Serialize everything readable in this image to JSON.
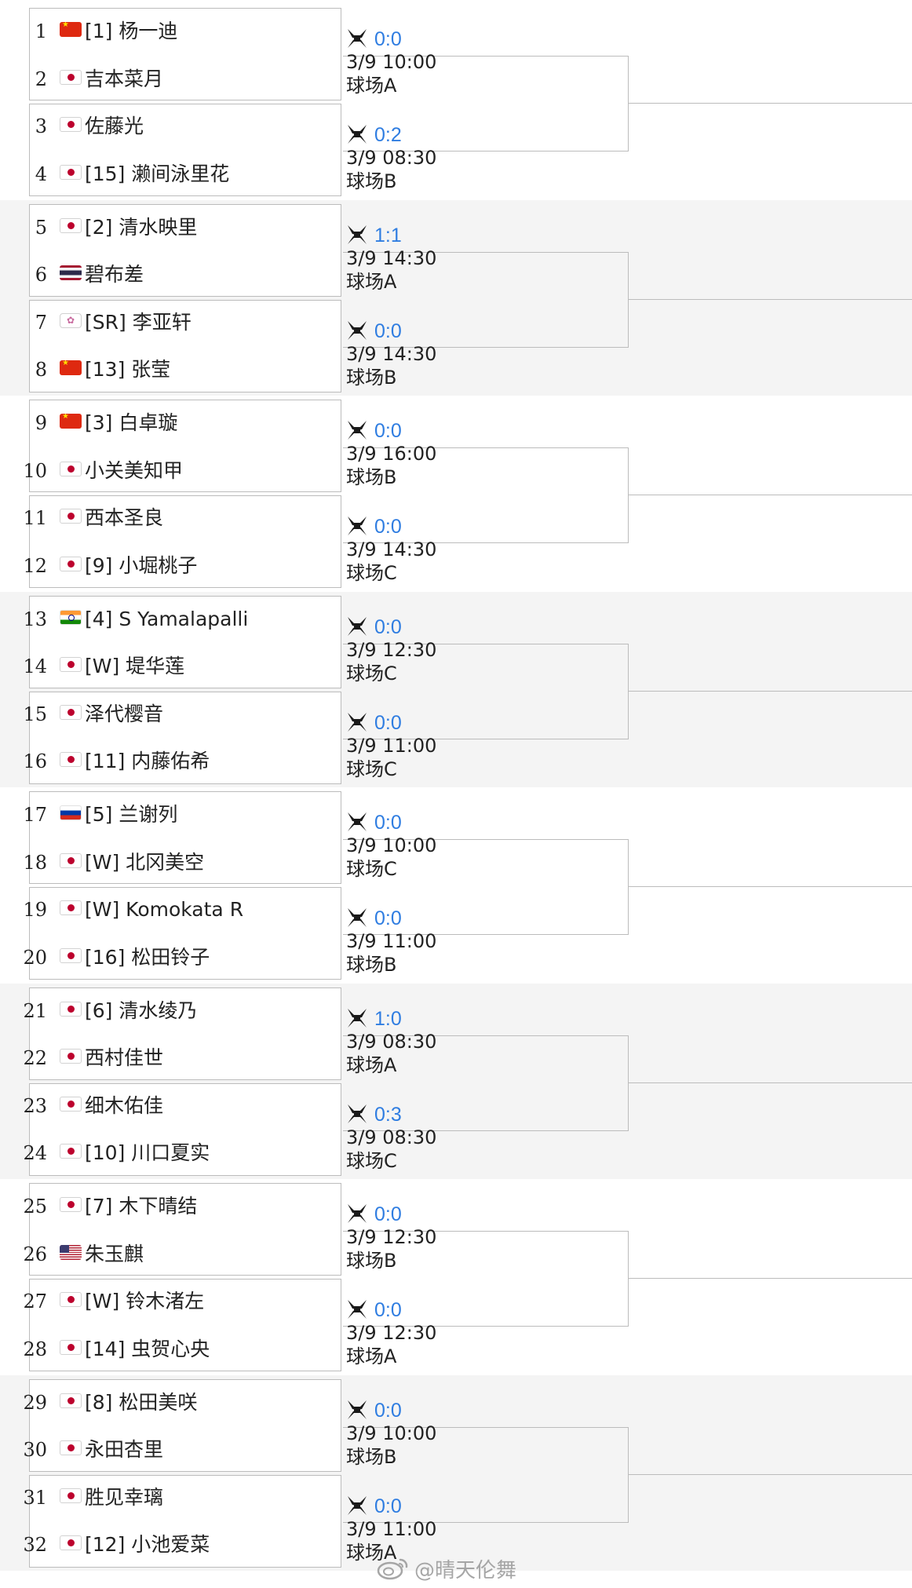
{
  "colors": {
    "score": "#2f7de1",
    "border": "#bcbcbc",
    "alt_band": "#f4f4f4"
  },
  "players": [
    {
      "no": "1",
      "flag": "cn",
      "name": "[1] 杨一迪"
    },
    {
      "no": "2",
      "flag": "jp",
      "name": "吉本菜月"
    },
    {
      "no": "3",
      "flag": "jp",
      "name": "佐藤光"
    },
    {
      "no": "4",
      "flag": "jp",
      "name": "[15] 濑间泳里花"
    },
    {
      "no": "5",
      "flag": "jp",
      "name": "[2] 清水映里"
    },
    {
      "no": "6",
      "flag": "th",
      "name": "碧布差"
    },
    {
      "no": "7",
      "flag": "tpe",
      "name": "[SR] 李亚轩"
    },
    {
      "no": "8",
      "flag": "cn",
      "name": "[13] 张莹"
    },
    {
      "no": "9",
      "flag": "cn",
      "name": "[3] 白卓璇"
    },
    {
      "no": "10",
      "flag": "jp",
      "name": "小关美知甲"
    },
    {
      "no": "11",
      "flag": "jp",
      "name": "西本圣良"
    },
    {
      "no": "12",
      "flag": "jp",
      "name": "[9] 小堀桃子"
    },
    {
      "no": "13",
      "flag": "in",
      "name": "[4] S Yamalapalli"
    },
    {
      "no": "14",
      "flag": "jp",
      "name": "[W] 堤华莲"
    },
    {
      "no": "15",
      "flag": "jp",
      "name": "泽代樱音"
    },
    {
      "no": "16",
      "flag": "jp",
      "name": "[11] 内藤佑希"
    },
    {
      "no": "17",
      "flag": "ru",
      "name": "[5] 兰谢列"
    },
    {
      "no": "18",
      "flag": "jp",
      "name": "[W] 北冈美空"
    },
    {
      "no": "19",
      "flag": "jp",
      "name": "[W] Komokata R"
    },
    {
      "no": "20",
      "flag": "jp",
      "name": "[16] 松田铃子"
    },
    {
      "no": "21",
      "flag": "jp",
      "name": "[6] 清水绫乃"
    },
    {
      "no": "22",
      "flag": "jp",
      "name": "西村佳世"
    },
    {
      "no": "23",
      "flag": "jp",
      "name": "细木佑佳"
    },
    {
      "no": "24",
      "flag": "jp",
      "name": "[10] 川口夏实"
    },
    {
      "no": "25",
      "flag": "jp",
      "name": "[7] 木下晴结"
    },
    {
      "no": "26",
      "flag": "us",
      "name": "朱玉麒"
    },
    {
      "no": "27",
      "flag": "jp",
      "name": "[W] 铃木渚左"
    },
    {
      "no": "28",
      "flag": "jp",
      "name": "[14] 虫贺心央"
    },
    {
      "no": "29",
      "flag": "jp",
      "name": "[8] 松田美咲"
    },
    {
      "no": "30",
      "flag": "jp",
      "name": "永田杏里"
    },
    {
      "no": "31",
      "flag": "jp",
      "name": "胜见幸璃"
    },
    {
      "no": "32",
      "flag": "jp",
      "name": "[12] 小池爱菜"
    }
  ],
  "matches": [
    {
      "score": "0:0",
      "time": "3/9 10:00",
      "court": "球场A"
    },
    {
      "score": "0:2",
      "time": "3/9 08:30",
      "court": "球场B"
    },
    {
      "score": "1:1",
      "time": "3/9 14:30",
      "court": "球场A"
    },
    {
      "score": "0:0",
      "time": "3/9 14:30",
      "court": "球场B"
    },
    {
      "score": "0:0",
      "time": "3/9 16:00",
      "court": "球场B"
    },
    {
      "score": "0:0",
      "time": "3/9 14:30",
      "court": "球场C"
    },
    {
      "score": "0:0",
      "time": "3/9 12:30",
      "court": "球场C"
    },
    {
      "score": "0:0",
      "time": "3/9 11:00",
      "court": "球场C"
    },
    {
      "score": "0:0",
      "time": "3/9 10:00",
      "court": "球场C"
    },
    {
      "score": "0:0",
      "time": "3/9 11:00",
      "court": "球场B"
    },
    {
      "score": "1:0",
      "time": "3/9 08:30",
      "court": "球场A"
    },
    {
      "score": "0:3",
      "time": "3/9 08:30",
      "court": "球场C"
    },
    {
      "score": "0:0",
      "time": "3/9 12:30",
      "court": "球场B"
    },
    {
      "score": "0:0",
      "time": "3/9 12:30",
      "court": "球场A"
    },
    {
      "score": "0:0",
      "time": "3/9 10:00",
      "court": "球场B"
    },
    {
      "score": "0:0",
      "time": "3/9 11:00",
      "court": "球场A"
    }
  ],
  "watermark": {
    "text": "@晴天伦舞"
  }
}
